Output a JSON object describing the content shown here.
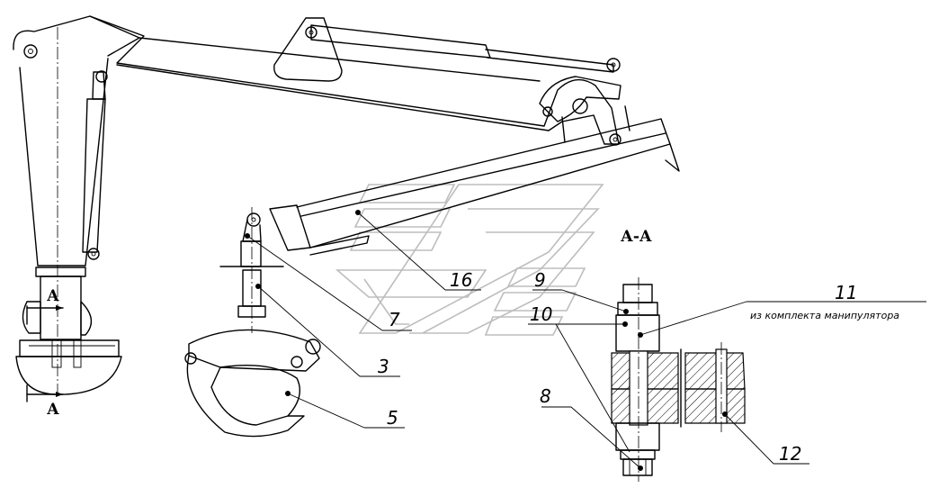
{
  "section_title": "А-А",
  "section_marks": {
    "top": "А",
    "bottom": "А"
  },
  "callouts": [
    {
      "id": "c16",
      "label": "16"
    },
    {
      "id": "c7",
      "label": "7"
    },
    {
      "id": "c3",
      "label": "3"
    },
    {
      "id": "c5",
      "label": "5"
    },
    {
      "id": "c9",
      "label": "9"
    },
    {
      "id": "c10",
      "label": "10"
    },
    {
      "id": "c11",
      "label": "11"
    },
    {
      "id": "c8",
      "label": "8"
    },
    {
      "id": "c12",
      "label": "12"
    }
  ],
  "note_11": "из комплекта манипулятора"
}
